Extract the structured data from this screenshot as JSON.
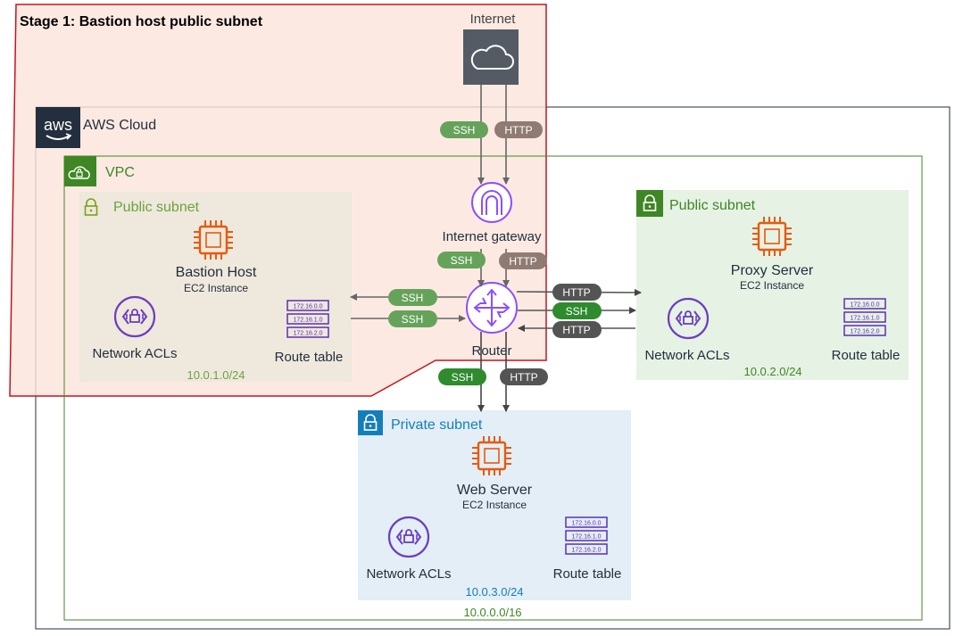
{
  "stage": {
    "title": "Stage 1: Bastion host public subnet"
  },
  "internet": {
    "label": "Internet"
  },
  "aws_cloud": {
    "label": "AWS Cloud",
    "logo_text": "aws"
  },
  "vpc": {
    "label": "VPC",
    "cidr": "10.0.0.0/16"
  },
  "internet_gateway": {
    "label": "Internet gateway"
  },
  "router": {
    "label": "Router"
  },
  "subnets": {
    "public_left": {
      "label": "Public subnet",
      "cidr": "10.0.1.0/24",
      "instance_name": "Bastion Host",
      "instance_type": "EC2 Instance",
      "acl_label": "Network ACLs",
      "route_table_label": "Route table"
    },
    "public_right": {
      "label": "Public subnet",
      "cidr": "10.0.2.0/24",
      "instance_name": "Proxy Server",
      "instance_type": "EC2 Instance",
      "acl_label": "Network ACLs",
      "route_table_label": "Route table"
    },
    "private": {
      "label": "Private subnet",
      "cidr": "10.0.3.0/24",
      "instance_name": "Web Server",
      "instance_type": "EC2 Instance",
      "acl_label": "Network ACLs",
      "route_table_label": "Route table"
    }
  },
  "route_entries": [
    "172.16.0.0",
    "172.16.1.0",
    "172.16.2.0"
  ],
  "protocols": {
    "ssh": "SSH",
    "http": "HTTP"
  },
  "colors": {
    "stage_border": "#c7131f",
    "stage_fill": "#fbe5dc",
    "vpc_green": "#3f8624",
    "public_subnet_fill": "#ede8dc",
    "public_subnet_right_fill": "#e6f2e4",
    "private_subnet_fill": "#e3eef6",
    "private_blue": "#147eba",
    "ec2_orange": "#e45b0f",
    "purple": "#6b3ec0",
    "ssh_green_light": "#66a35a",
    "ssh_green_dark": "#2e8b2e",
    "http_brown": "#8f7b72",
    "http_dark": "#545454",
    "internet_gray": "#545b64"
  }
}
